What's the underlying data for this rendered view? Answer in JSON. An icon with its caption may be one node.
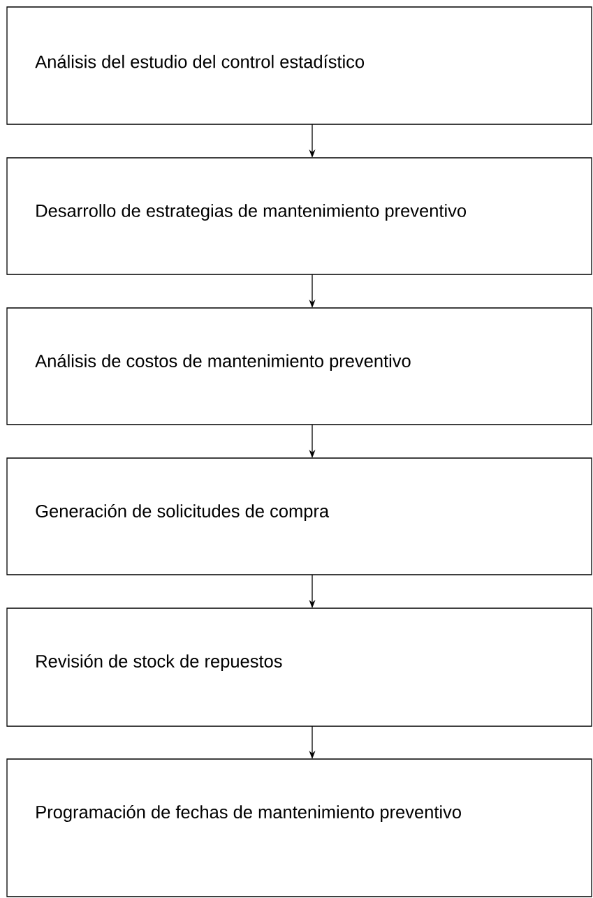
{
  "diagram": {
    "nodes": [
      {
        "text": [
          "Análisis del estudio del control estadístico"
        ]
      },
      {
        "text": [
          "Desarrollo de estrategias de mantenimiento preventivo"
        ]
      },
      {
        "text": [
          "Análisis de costos de mantenimiento preventivo"
        ]
      },
      {
        "text": [
          "Generación de solicitudes de compra"
        ]
      },
      {
        "text": [
          "Revisión de stock de repuestos"
        ]
      },
      {
        "text": [
          "Programación de fechas de mantenimiento preventivo"
        ]
      }
    ],
    "edges": [
      {
        "from": 0,
        "to": 1,
        "arrow": "to"
      },
      {
        "from": 1,
        "to": 2,
        "arrow": "to"
      },
      {
        "from": 2,
        "to": 3,
        "arrow": "to"
      },
      {
        "from": 3,
        "to": 4,
        "arrow": "to"
      },
      {
        "from": 4,
        "to": 5,
        "arrow": "to"
      }
    ]
  }
}
